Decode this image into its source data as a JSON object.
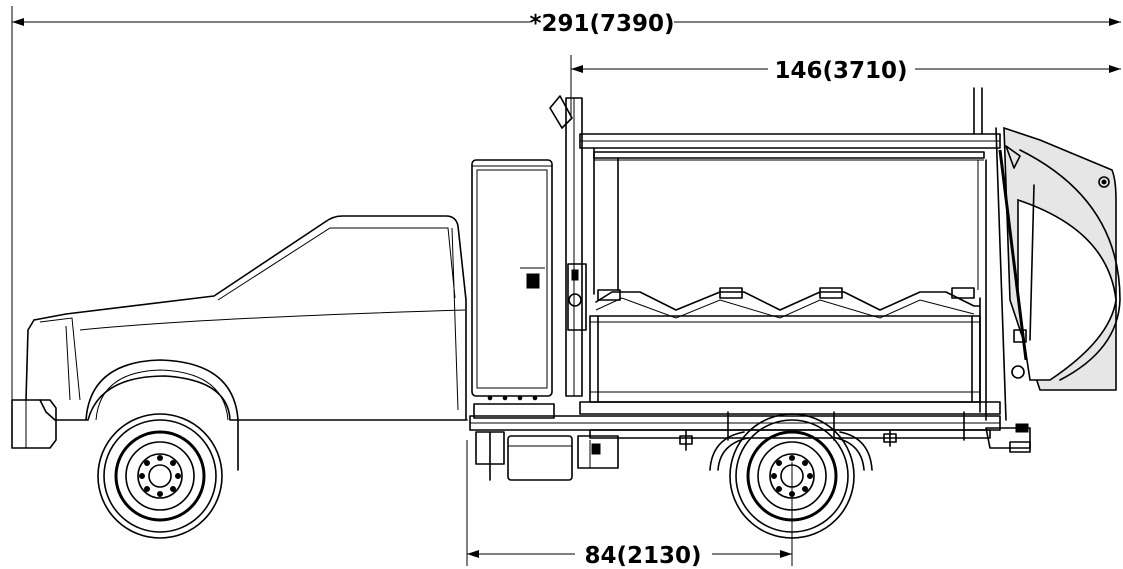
{
  "dimensions": {
    "overall_length": "*291(7390)",
    "body_length": "146(3710)",
    "wheelbase": "84(2130)"
  }
}
